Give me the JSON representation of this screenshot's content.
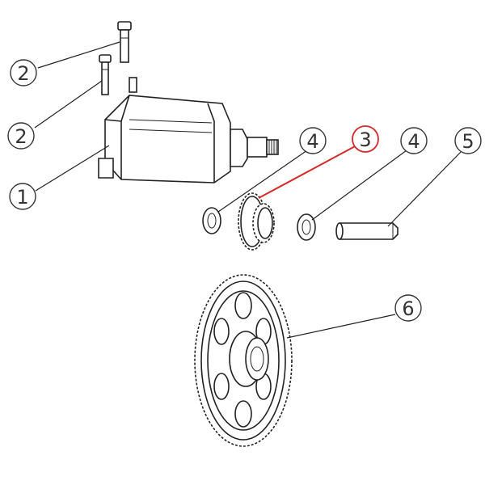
{
  "diagram": {
    "callouts": [
      {
        "id": "c2a",
        "number": "2",
        "highlighted": false
      },
      {
        "id": "c2b",
        "number": "2",
        "highlighted": false
      },
      {
        "id": "c1",
        "number": "1",
        "highlighted": false
      },
      {
        "id": "c4a",
        "number": "4",
        "highlighted": false
      },
      {
        "id": "c3",
        "number": "3",
        "highlighted": true
      },
      {
        "id": "c4b",
        "number": "4",
        "highlighted": false
      },
      {
        "id": "c5",
        "number": "5",
        "highlighted": false
      },
      {
        "id": "c6",
        "number": "6",
        "highlighted": false
      }
    ],
    "colors": {
      "line": "#222222",
      "highlight": "#d42a2a",
      "background": "#ffffff"
    }
  }
}
